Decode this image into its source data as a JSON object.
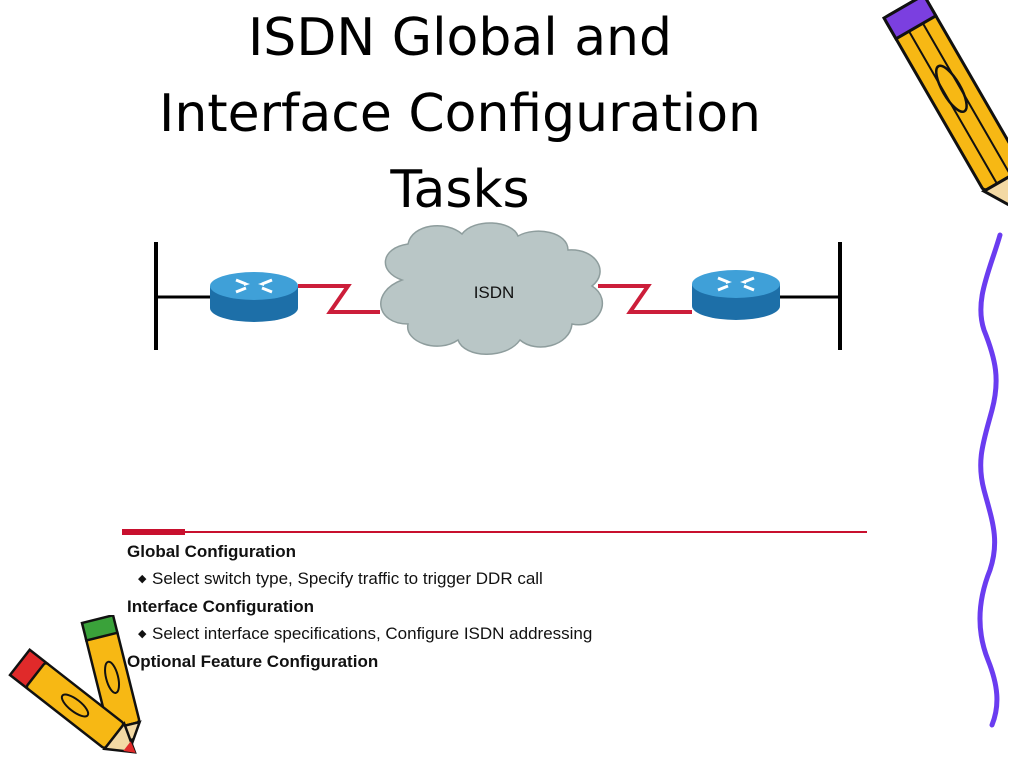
{
  "slide": {
    "title_lines": [
      "ISDN Global and",
      "Interface Configuration",
      "Tasks"
    ]
  },
  "diagram": {
    "cloud_label": "ISDN",
    "colors": {
      "link": "#cc1e3a",
      "router_top": "#3fa0d8",
      "router_side": "#1d6fa8",
      "cloud": "#b9c6c6"
    }
  },
  "config": {
    "sections": [
      {
        "heading": "Global Configuration",
        "bullet": "Select switch type, Specify traffic to trigger DDR call"
      },
      {
        "heading": "Interface Configuration",
        "bullet": "Select interface specifications, Configure ISDN addressing"
      },
      {
        "heading": "Optional Feature Configuration"
      }
    ]
  },
  "decorations": {
    "icons": [
      "pencil-icon",
      "pencil-icon",
      "pencil-icon",
      "squiggle-line"
    ],
    "colors": {
      "pencil_body": "#f7b814",
      "pencil_outline": "#111111",
      "pencil_eraser_top": "#7b3fe0",
      "squiggle": "#6a3cf0"
    }
  }
}
